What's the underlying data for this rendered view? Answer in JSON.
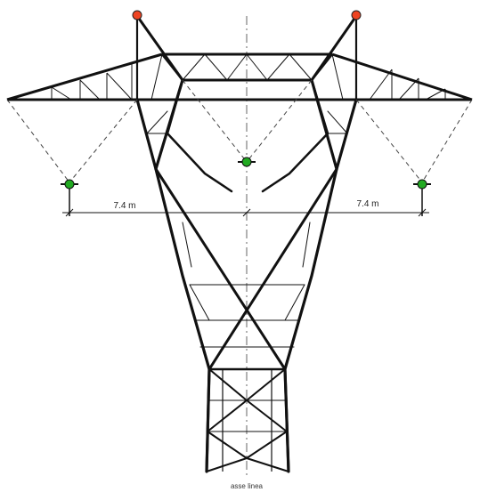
{
  "diagram": {
    "dimension_left": "7.4 m",
    "dimension_right": "7.4 m",
    "axis_label": "asse linea"
  },
  "colors": {
    "structure": "#111111",
    "dashed": "#444444",
    "conductor": "#22aa22",
    "ground_wire": "#ee4422"
  },
  "icons": {
    "conductor": "green-dot",
    "ground_wire": "red-dot"
  }
}
